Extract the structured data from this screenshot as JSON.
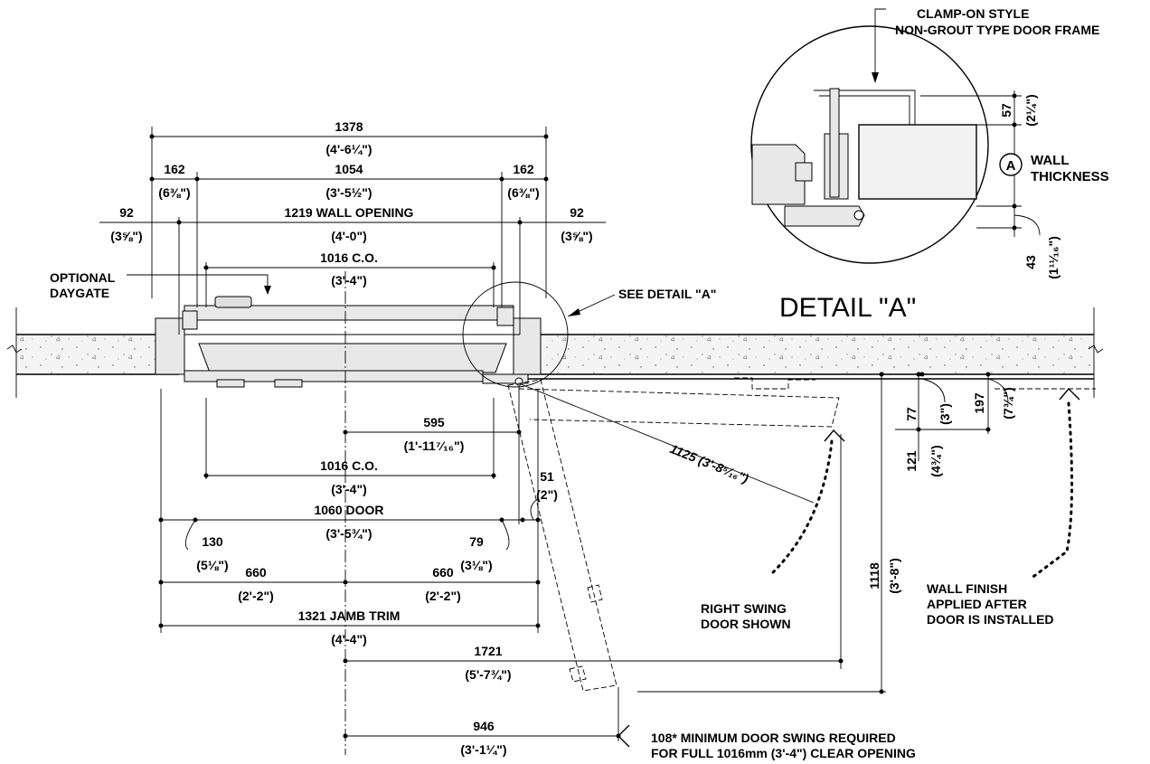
{
  "detail_title": "DETAIL \"A\"",
  "labels": {
    "clamp_on_1": "CLAMP-ON STYLE",
    "clamp_on_2": "NON-GROUT TYPE DOOR FRAME",
    "wall_thickness_1": "WALL",
    "wall_thickness_2": "THICKNESS",
    "marker_a": "A",
    "see_detail": "SEE DETAIL \"A\"",
    "optional_1": "OPTIONAL",
    "optional_2": "DAYGATE",
    "right_swing_1": "RIGHT SWING",
    "right_swing_2": "DOOR SHOWN",
    "wall_finish_1": "WALL FINISH",
    "wall_finish_2": "APPLIED AFTER",
    "wall_finish_3": "DOOR IS INSTALLED",
    "min_swing_1": "108* MINIMUM DOOR SWING REQUIRED",
    "min_swing_2": "FOR FULL 1016mm (3'-4\") CLEAR OPENING"
  },
  "dims": {
    "d1378": "1378",
    "d1378_imp": "(4'-6¼\")",
    "d162_left": "162",
    "d162_left_imp": "(6⅜\")",
    "d1054": "1054",
    "d1054_imp": "(3'-5½\")",
    "d162_right": "162",
    "d162_right_imp": "(6⅜\")",
    "d92_left": "92",
    "d92_left_imp": "(3⅝\")",
    "d1219": "1219 WALL OPENING",
    "d1219_imp": "(4'-0\")",
    "d92_right": "92",
    "d92_right_imp": "(3⅝\")",
    "d1016_top": "1016 C.O.",
    "d1016_top_imp": "(3'-4\")",
    "d595": "595",
    "d595_imp": "(1'-11⁷⁄₁₆\")",
    "d1016_bot": "1016 C.O.",
    "d1016_bot_imp": "(3'-4\")",
    "d51": "51",
    "d51_imp": "(2\")",
    "d1060": "1060 DOOR",
    "d1060_imp": "(3'-5¾\")",
    "d130": "130",
    "d130_imp": "(5⅛\")",
    "d79": "79",
    "d79_imp": "(3⅛\")",
    "d660_left": "660",
    "d660_left_imp": "(2'-2\")",
    "d660_right": "660",
    "d660_right_imp": "(2'-2\")",
    "d1321": "1321 JAMB TRIM",
    "d1321_imp": "(4'-4\")",
    "d1721": "1721",
    "d1721_imp": "(5'-7¾\")",
    "d946": "946",
    "d946_imp": "(3'-1¼\")",
    "d1125": "1125 (3'-8⁵⁄₁₆\")",
    "d1118": "1118",
    "d1118_imp": "(3'-8\")",
    "d77": "77",
    "d77_imp": "(3\")",
    "d197": "197",
    "d197_imp": "(7¾\")",
    "d121": "121",
    "d121_imp": "(4¾\")",
    "d57": "57",
    "d57_imp": "(2¼\")",
    "d43": "43",
    "d43_imp": "(1¹¹⁄₁₆\")"
  }
}
